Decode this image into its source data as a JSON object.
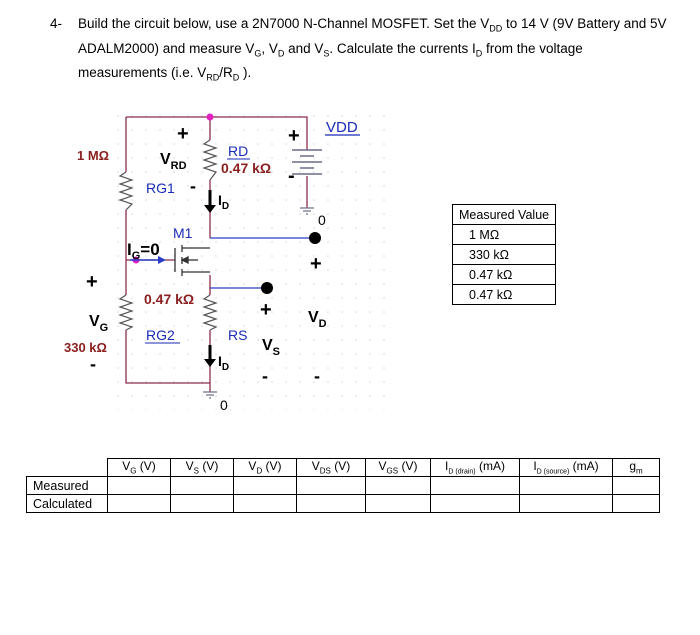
{
  "question": {
    "number": "4-",
    "line1": "Build the circuit below, use a 2N7000 N-Channel MOSFET. Set the V",
    "line1_sub": "DD",
    "line1_tail": " to 14 V (9V Battery and 5V",
    "line2": "ADALM2000) and measure V",
    "line2_sub1": "G",
    "line2_mid1": ", V",
    "line2_sub2": "D",
    "line2_mid2": " and V",
    "line2_sub3": "S",
    "line2_tail": ". Calculate the currents I",
    "line2_sub4": "D",
    "line2_end": " from the voltage",
    "line3": "measurements (i.e. V",
    "line3_sub1": "RD",
    "line3_mid": "/R",
    "line3_sub2": "D",
    "line3_end": " )."
  },
  "circuit": {
    "vdd_label": "VDD",
    "rg1_value": "1 MΩ",
    "rg1_name": "RG1",
    "rd_name": "RD",
    "rd_value": "0.47 kΩ",
    "vrd_label": "V",
    "vrd_sub": "RD",
    "id_label": "I",
    "id_sub": "D",
    "m1_label": "M1",
    "ig_label": "I",
    "ig_sub": "G",
    "ig_value": "=0",
    "rs_value": "0.47 kΩ",
    "rg2_name": "RG2",
    "rs_name": "RS",
    "vg_label": "V",
    "vg_sub": "G",
    "rg2_value": "330 kΩ",
    "vs_label": "V",
    "vs_sub": "S",
    "vd_label": "V",
    "vd_sub": "D",
    "ground_label": "0",
    "plus": "+",
    "minus": "-"
  },
  "measured_table": {
    "header": "Measured Value",
    "values": [
      "1 MΩ",
      "330 kΩ",
      "0.47 kΩ",
      "0.47 kΩ"
    ]
  },
  "results_table": {
    "headers": [
      {
        "main": "V",
        "sub": "G",
        "tail": " (V)"
      },
      {
        "main": "V",
        "sub": "S",
        "tail": " (V)"
      },
      {
        "main": "V",
        "sub": "D",
        "tail": " (V)"
      },
      {
        "main": "V",
        "sub": "DS",
        "tail": " (V)"
      },
      {
        "main": "V",
        "sub": "GS",
        "tail": " (V)"
      },
      {
        "main": "I",
        "sub": "D (drain)",
        "tail": " (mA)"
      },
      {
        "main": "I",
        "sub": "D (source)",
        "tail": " (mA)"
      },
      {
        "main": "g",
        "sub": "m",
        "tail": ""
      }
    ],
    "rows": [
      "Measured",
      "Calculated"
    ]
  }
}
